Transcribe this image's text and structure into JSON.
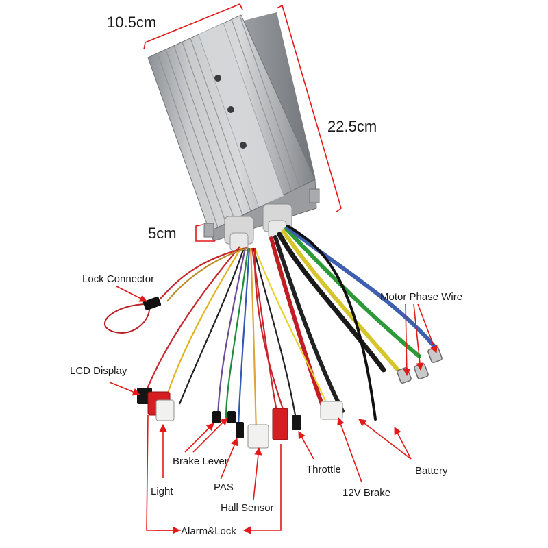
{
  "dimensions": {
    "width": "10.5cm",
    "length": "22.5cm",
    "height": "5cm"
  },
  "labels": {
    "lock_connector": "Lock Connector",
    "motor_phase_wire": "Motor Phase Wire",
    "lcd_display": "LCD Display",
    "brake_lever": "Brake Lever",
    "light": "Light",
    "pas": "PAS",
    "hall_sensor": "Hall Sensor",
    "throttle": "Throttle",
    "brake_12v": "12V Brake",
    "battery": "Battery",
    "alarm_lock": "Alarm&Lock"
  },
  "colors": {
    "annotation": "#e11919",
    "housing": "#b9bbbd",
    "housing_dark": "#8c8f93"
  }
}
